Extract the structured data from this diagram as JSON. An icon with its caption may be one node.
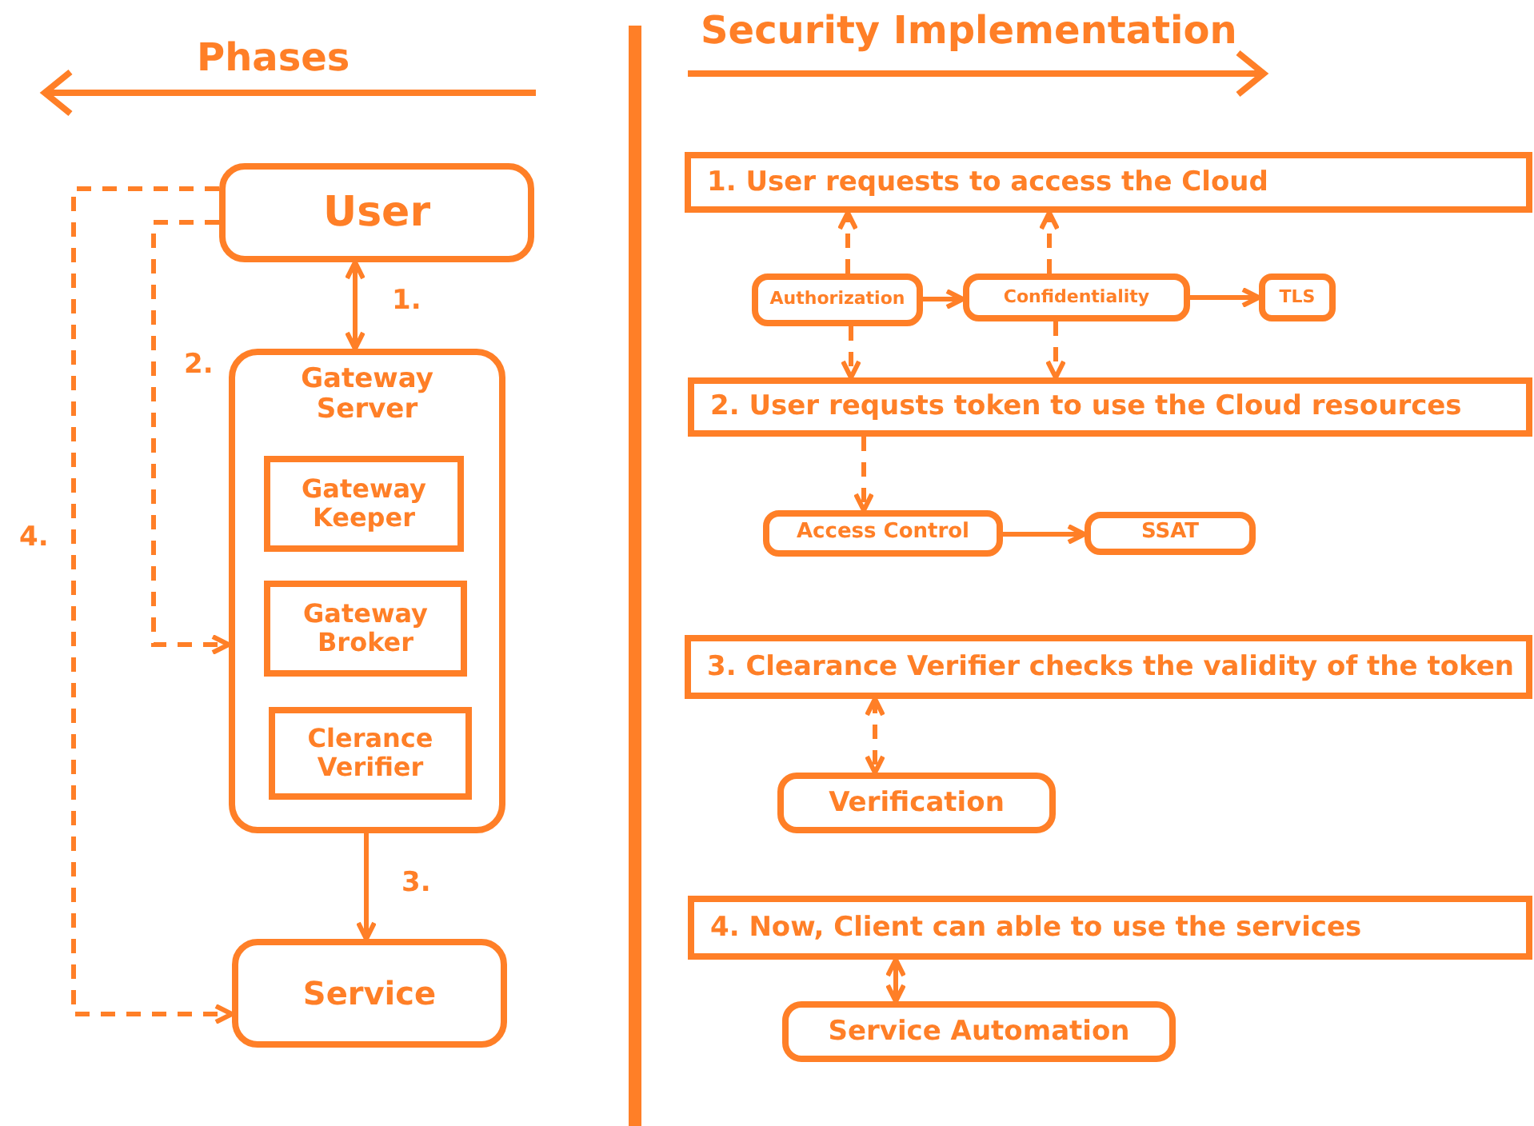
{
  "diagram": {
    "nodes": [
      {
        "text": [
          "User"
        ]
      },
      {
        "text": [
          "Gateway Server"
        ]
      },
      {
        "text": [
          "Gateway Keeper"
        ],
        "in": 1
      },
      {
        "text": [
          "Gateway Broker"
        ],
        "in": 1
      },
      {
        "text": [
          "Clerance Verifier"
        ],
        "in": 1
      },
      {
        "text": [
          "Service"
        ]
      },
      {
        "text": [
          "1. User requests to access the Cloud"
        ]
      },
      {
        "text": [
          "Authorization"
        ]
      },
      {
        "text": [
          "Confidentiality"
        ]
      },
      {
        "text": [
          "TLS"
        ]
      },
      {
        "text": [
          "2. User requsts token to use the Cloud resources"
        ]
      },
      {
        "text": [
          "Access Control"
        ]
      },
      {
        "text": [
          "SSAT"
        ]
      },
      {
        "text": [
          "3. Clearance Verifier checks the validity of the token"
        ]
      },
      {
        "text": [
          "Verification"
        ]
      },
      {
        "text": [
          "4. Now, Client can able to use the services"
        ]
      },
      {
        "text": [
          "Service Automation"
        ]
      }
    ],
    "edges": [
      {
        "from": 0,
        "to": 1,
        "arrow": "both",
        "label": "1."
      },
      {
        "from": 0,
        "to": 1,
        "arrow": "to",
        "label": "2.",
        "style": "dashed"
      },
      {
        "from": 1,
        "to": 5,
        "arrow": "to",
        "label": "3."
      },
      {
        "from": 0,
        "to": 5,
        "arrow": "to",
        "label": "4.",
        "style": "dashed"
      },
      {
        "from": 7,
        "to": 6,
        "arrow": "to",
        "style": "dashed"
      },
      {
        "from": 7,
        "to": 10,
        "arrow": "to",
        "style": "dashed"
      },
      {
        "from": 7,
        "to": 8,
        "arrow": "to"
      },
      {
        "from": 8,
        "to": 6,
        "arrow": "to",
        "style": "dashed"
      },
      {
        "from": 8,
        "to": 10,
        "arrow": "to",
        "style": "dashed"
      },
      {
        "from": 8,
        "to": 9,
        "arrow": "to"
      },
      {
        "from": 10,
        "to": 11,
        "arrow": "to",
        "style": "dashed"
      },
      {
        "from": 11,
        "to": 12,
        "arrow": "to"
      },
      {
        "from": 13,
        "to": 14,
        "arrow": "both",
        "style": "dashed"
      },
      {
        "from": 15,
        "to": 16,
        "arrow": "both"
      }
    ],
    "labels": [
      "Phases",
      "Security Implementation"
    ]
  }
}
